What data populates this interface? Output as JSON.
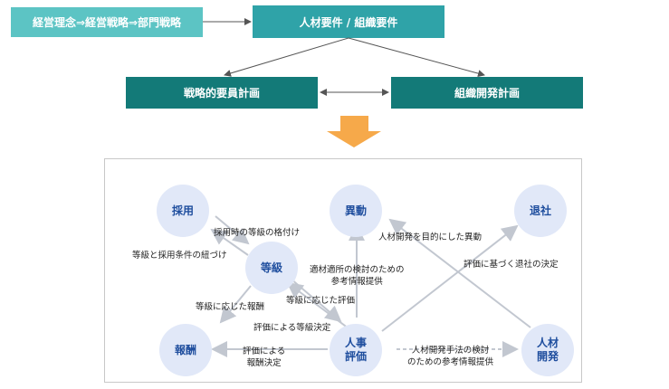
{
  "header": {
    "strategy_flow": "経営理念⇒経営戦略⇒部門戦略",
    "requirements": "人材要件 / 組織要件"
  },
  "plans": {
    "strategic_staffing": "戦略的要員計画",
    "org_development": "組織開発計画"
  },
  "nodes": {
    "hiring": "採用",
    "transfer": "異動",
    "retirement": "退社",
    "grade": "等級",
    "compensation": "報酬",
    "evaluation": "人事\n評価",
    "development": "人材\n開発"
  },
  "labels": {
    "hiring_grade": "採用時の等級の格付け",
    "grade_hiring": "等級と採用条件の紐づけ",
    "grade_comp": "等級に応じた報酬",
    "eval_grade_a": "等級に応じた評価",
    "eval_grade_b": "評価による等級決定",
    "eval_transfer": "適材適所の検討のための\n参考情報提供",
    "dev_transfer": "人材開発を目的にした異動",
    "dev_retire": "評価に基づく退社の決定",
    "eval_comp": "評価による\n報酬決定",
    "eval_dev": "人材開発手法の検討\nのための参考情報提供"
  },
  "colors": {
    "light_teal": "#5cc4c4",
    "mid_teal": "#2fa3a8",
    "dark_teal": "#137a78",
    "arrow_orange": "#f6a94a",
    "node_fill": "#e1e8f8",
    "node_text": "#1f4e9e"
  }
}
